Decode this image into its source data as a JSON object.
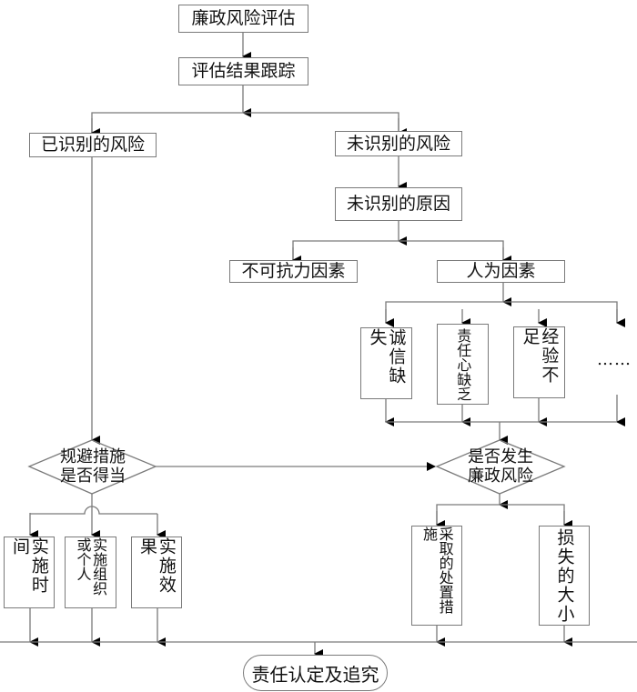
{
  "diagram": {
    "title_node": "廉政风险评估",
    "tracking_node": "评估结果跟踪",
    "identified_risk": "已识别的风险",
    "unidentified_risk": "未识别的风险",
    "unidentified_reason": "未识别的原因",
    "force_majeure": "不可抗力因素",
    "human_factors": "人为因素",
    "human_factor_items": [
      "诚信缺失",
      "责任心缺乏",
      "经验不足"
    ],
    "more_items": "……",
    "decision_avoidance": [
      "规避措施",
      "是否得当"
    ],
    "decision_occurrence": [
      "是否发生",
      "廉政风险"
    ],
    "avoidance_children": [
      "实施时间",
      "实施组织或个人",
      "实施效果"
    ],
    "occurrence_children": [
      "采取的处置措施",
      "损失的大小"
    ],
    "final_node": "责任认定及追究"
  }
}
